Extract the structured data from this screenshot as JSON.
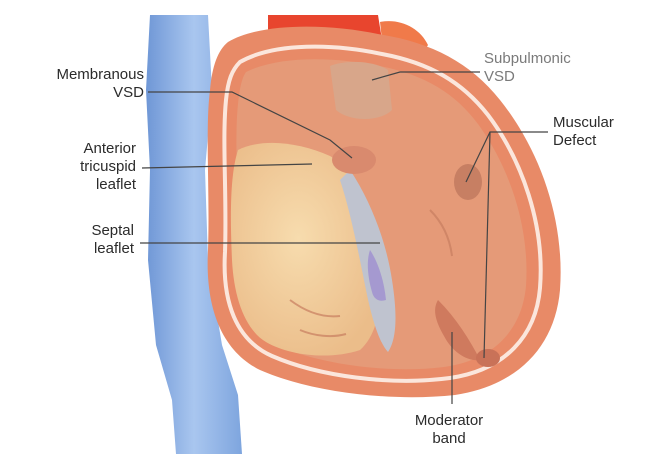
{
  "labels": {
    "membranous_vsd": "Membranous\nVSD",
    "anterior_tricuspid": "Anterior\ntricuspid\nleaflet",
    "septal_leaflet": "Septal\nleaflet",
    "subpulmonic_vsd": "Subpulmonic\nVSD",
    "muscular_defect": "Muscular\nDefect",
    "moderator_band": "Moderator\nband"
  },
  "colors": {
    "vena_cava": "#8fb4e6",
    "heart_outer": "#e88a67",
    "heart_wall": "#e59a78",
    "septum_inner": "#efc9a4",
    "right_ventricle": "#f3d2a0",
    "septum_band": "#bfc3cf",
    "aorta_top": "#e8452e",
    "leader_line": "#444444",
    "label_text": "#2b2b2b"
  }
}
